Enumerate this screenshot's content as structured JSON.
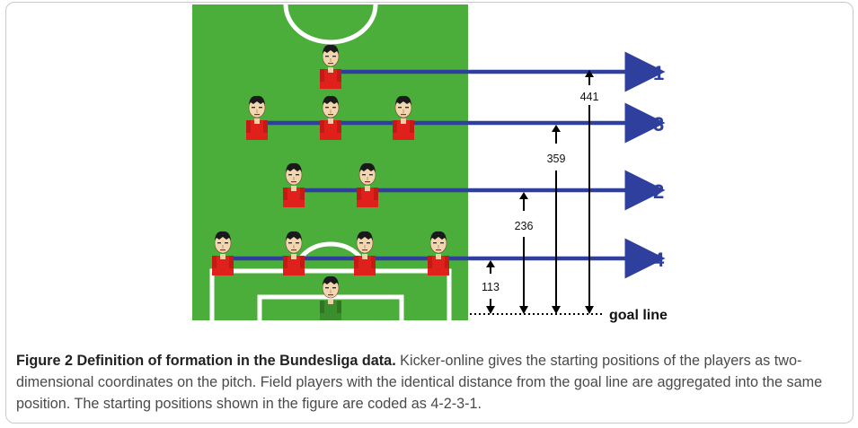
{
  "figure": {
    "rows": [
      {
        "count": "1",
        "distance": "441"
      },
      {
        "count": "3",
        "distance": "359"
      },
      {
        "count": "2",
        "distance": "236"
      },
      {
        "count": "4",
        "distance": "113"
      }
    ],
    "goal_line_label": "goal line",
    "formation_code": "4-2-3-1"
  },
  "caption": {
    "title": "Figure 2  Definition of formation in the Bundesliga data.",
    "text": " Kicker-online gives the starting positions of the players as two-dimensional coordinates on the pitch. Field players with the identical distance from the goal line are aggregated into the same position. The starting positions shown in the figure are coded as 4-2-3-1."
  },
  "colors": {
    "pitch": "#4cae3a",
    "line_blue": "#2f3f9e",
    "shirt_red": "#e0201b",
    "goalkeeper_green": "#3a8f2c"
  }
}
